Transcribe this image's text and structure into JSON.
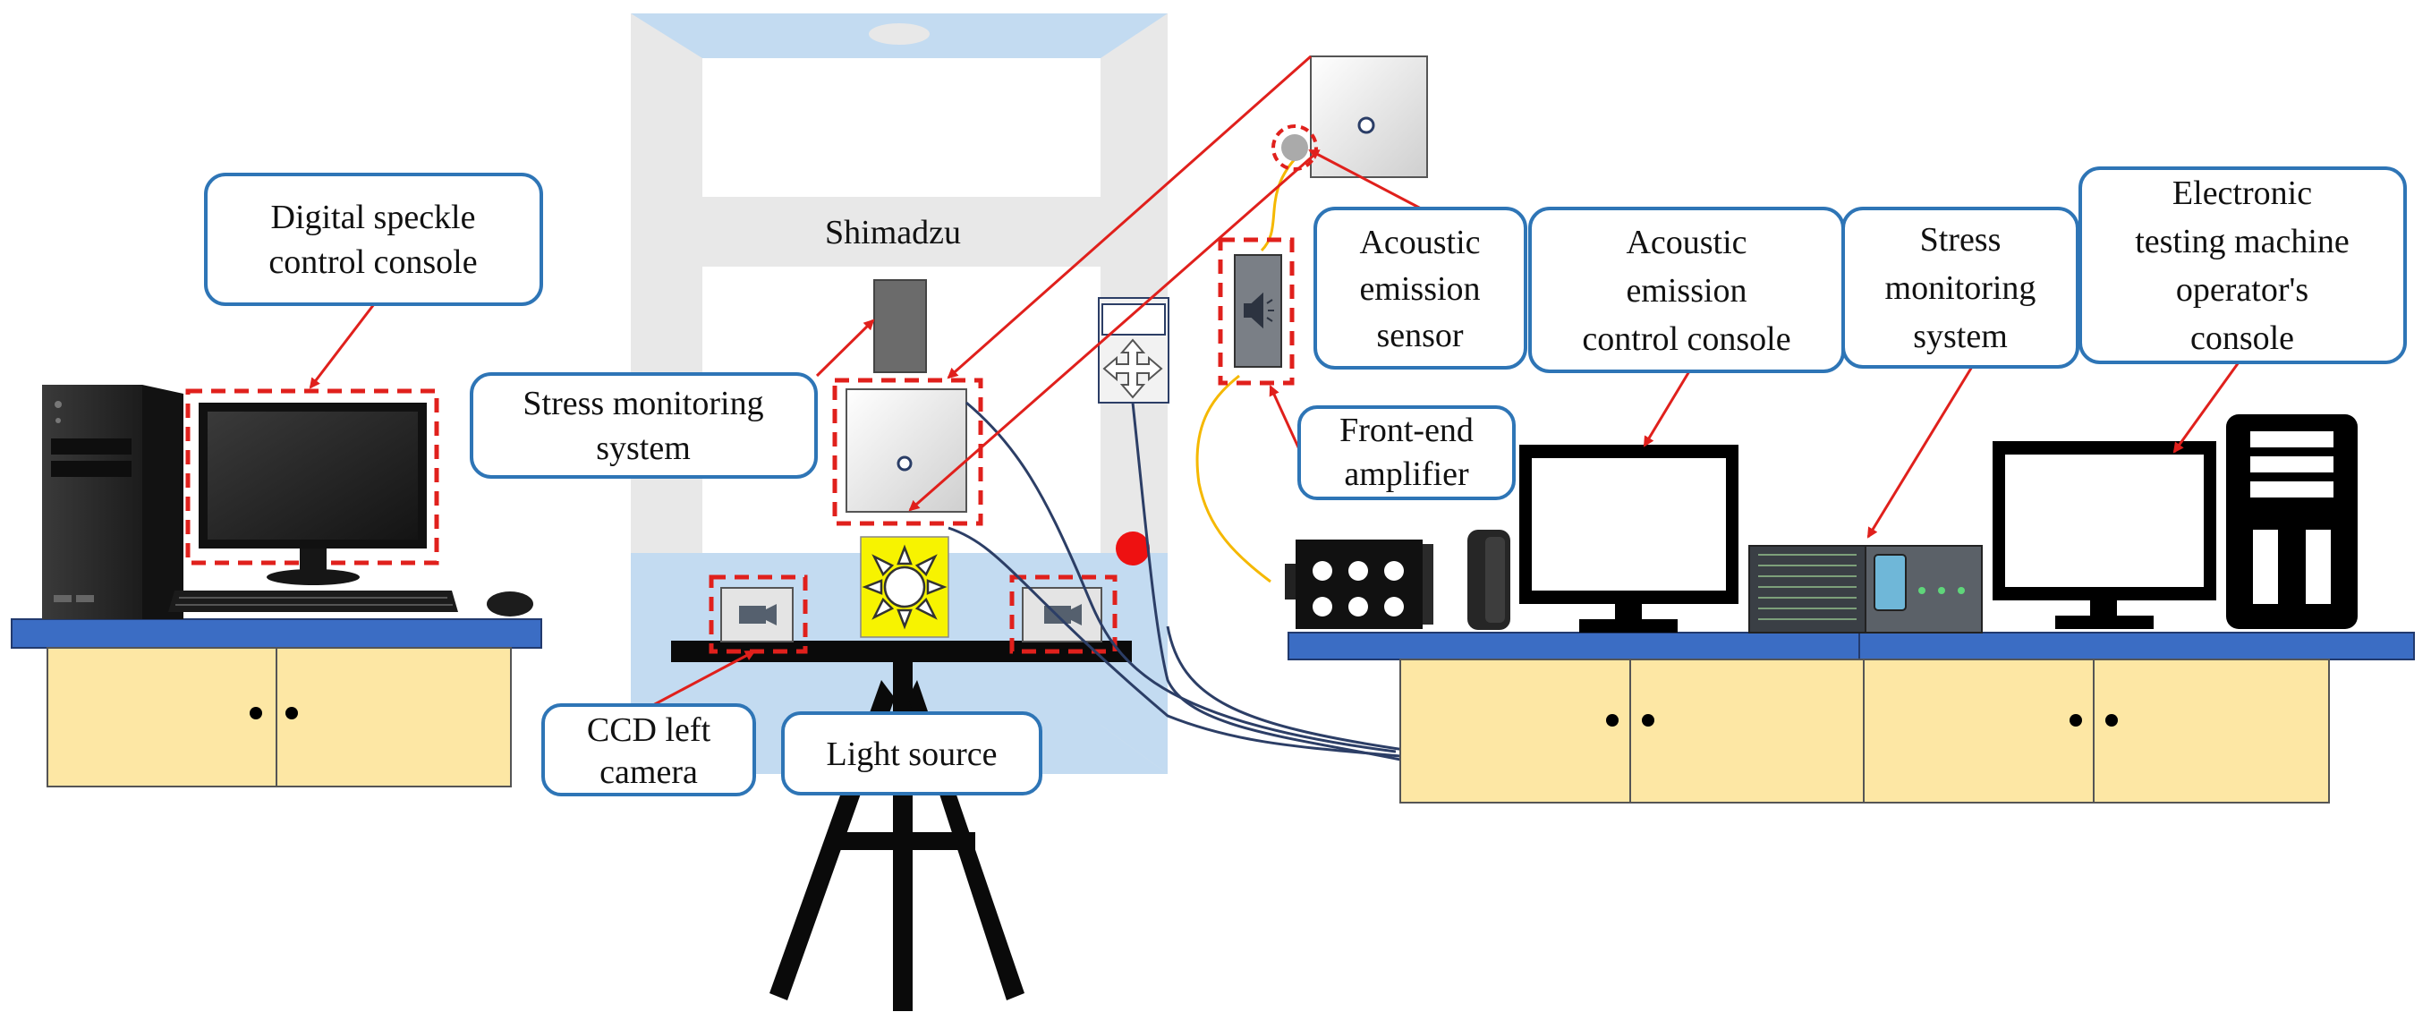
{
  "labels": {
    "dsc_line1": "Digital speckle",
    "dsc_line2": "control console",
    "sms_left_line1": "Stress monitoring",
    "sms_left_line2": "system",
    "shimadzu": "Shimadzu",
    "ccd_line1": "CCD left",
    "ccd_line2": "camera",
    "light_source": "Light source",
    "ae_sensor_line1": "Acoustic",
    "ae_sensor_line2": "emission",
    "ae_sensor_line3": "sensor",
    "ae_console_line1": "Acoustic",
    "ae_console_line2": "emission",
    "ae_console_line3": "control console",
    "sms_right_line1": "Stress",
    "sms_right_line2": "monitoring",
    "sms_right_line3": "system",
    "etm_line1": "Electronic",
    "etm_line2": "testing machine",
    "etm_line3": "operator's",
    "etm_line4": "console",
    "amp_line1": "Front-end",
    "amp_line2": "amplifier"
  },
  "colors": {
    "callout_border": "#2e75b6",
    "arrow": "#e0201c",
    "dashed_box": "#e0201c",
    "table_top": "#3b6dc4",
    "cabinet": "#fde7a4",
    "frame_blue": "#c3dbf1",
    "frame_gray": "#e8e8e8",
    "light_yellow": "#f7f300",
    "cable_navy": "#2c3e66",
    "cable_yellow": "#f5b800",
    "marker_red": "#ee1111"
  },
  "icons": [
    "camera-icon",
    "speaker-icon",
    "move-arrows-icon",
    "sun-icon"
  ]
}
